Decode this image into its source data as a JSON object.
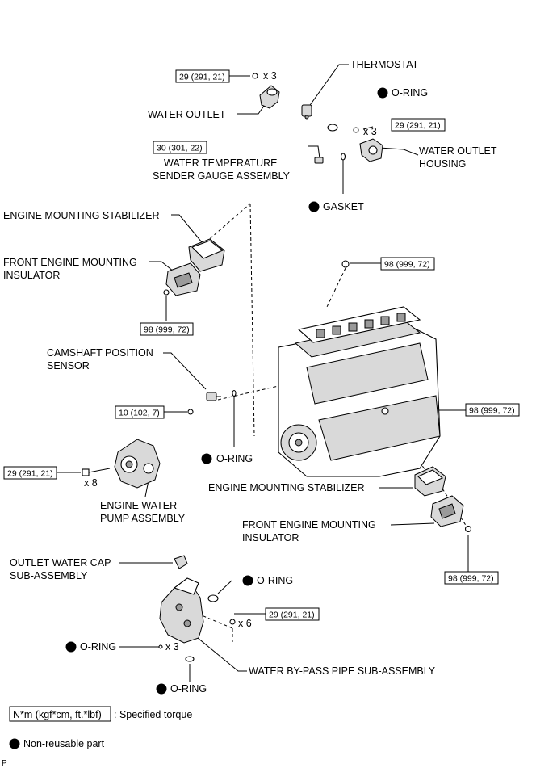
{
  "labels": {
    "thermostat": "THERMOSTAT",
    "oring_thermostat": "O-RING",
    "water_outlet": "WATER OUTLET",
    "water_outlet_housing_1": "WATER OUTLET",
    "water_outlet_housing_2": "HOUSING",
    "temp_sender_1": "WATER TEMPERATURE",
    "temp_sender_2": "SENDER GAUGE ASSEMBLY",
    "gasket": "GASKET",
    "stabilizer_upper": "ENGINE MOUNTING STABILIZER",
    "insulator_upper_1": "FRONT ENGINE MOUNTING",
    "insulator_upper_2": "INSULATOR",
    "camshaft_sensor_1": "CAMSHAFT POSITION",
    "camshaft_sensor_2": "SENSOR",
    "oring_cam": "O-RING",
    "pump_1": "ENGINE WATER",
    "pump_2": "PUMP ASSEMBLY",
    "stabilizer_lower": "ENGINE MOUNTING STABILIZER",
    "insulator_lower_1": "FRONT ENGINE MOUNTING",
    "insulator_lower_2": "INSULATOR",
    "outlet_cap_1": "OUTLET WATER CAP",
    "outlet_cap_2": "SUB-ASSEMBLY",
    "oring_pipe": "O-RING",
    "oring_left": "O-RING",
    "oring_bottom": "O-RING",
    "bypass_pipe": "WATER BY-PASS PIPE SUB-ASSEMBLY"
  },
  "quantities": {
    "outlet_bolts": "x 3",
    "housing_bolts": "x 3",
    "pump_bolts": "x 8",
    "pipe_bolts": "x 6",
    "oring_left": "x 3"
  },
  "torques": {
    "water_outlet": "29 (291, 21)",
    "housing": "29 (291, 21)",
    "temp_sender": "30 (301, 22)",
    "insulator_upper": "98 (999, 72)",
    "engine_top": "98 (999, 72)",
    "camshaft_sensor": "10 (102, 7)",
    "engine_right": "98 (999, 72)",
    "pump": "29 (291, 21)",
    "insulator_lower": "98 (999, 72)",
    "bypass_pipe": "29 (291, 21)"
  },
  "legend": {
    "torque_unit": "N*m (kgf*cm, ft.*lbf)",
    "torque_desc": ": Specified torque",
    "non_reusable": "Non-reusable part"
  },
  "corner_mark": "P"
}
